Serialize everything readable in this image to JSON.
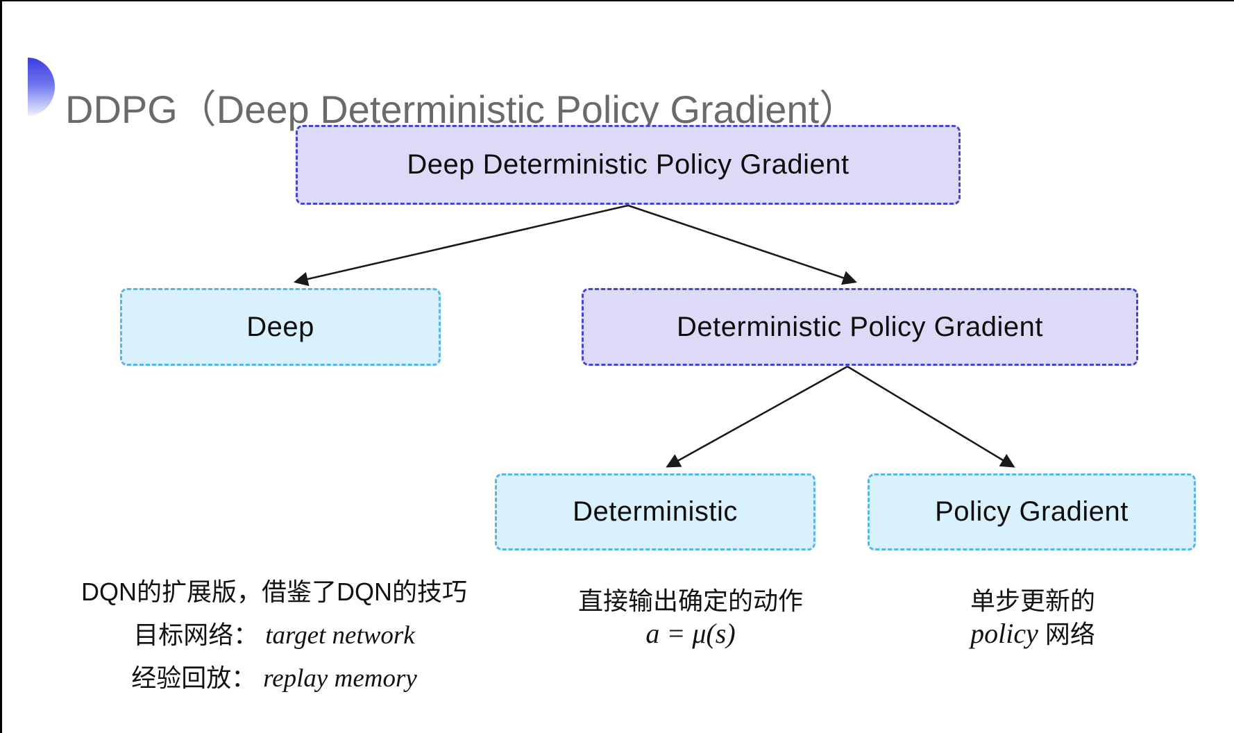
{
  "title": {
    "text": "DDPG（Deep Deterministic Policy Gradient）"
  },
  "colors": {
    "lavender_fill": "#dcdaf6",
    "lavender_border": "#4445d2",
    "cyan_fill": "#d9f1fc",
    "cyan_border": "#58b5e4",
    "title_gray": "#6a6a6a",
    "arrow_black": "#1a1a1a",
    "bullet_gradient_top": "#3c3ce2",
    "bullet_gradient_bottom": "#eef0fe"
  },
  "tree": {
    "root": {
      "label": "Deep Deterministic Policy Gradient"
    },
    "children": [
      {
        "label": "Deep"
      },
      {
        "label": "Deterministic Policy Gradient"
      }
    ],
    "grandchildren": [
      {
        "label": "Deterministic"
      },
      {
        "label": "Policy Gradient"
      }
    ]
  },
  "notes": {
    "deep": {
      "line1": "DQN的扩展版，借鉴了DQN的技巧",
      "line2_label": "目标网络：",
      "line2_term": "target network",
      "line3_label": "经验回放：",
      "line3_term": "replay memory"
    },
    "deterministic": {
      "line1": "直接输出确定的动作",
      "formula": "a = μ(s)"
    },
    "policy_gradient": {
      "line1": "单步更新的",
      "term": "policy",
      "suffix": " 网络"
    }
  }
}
